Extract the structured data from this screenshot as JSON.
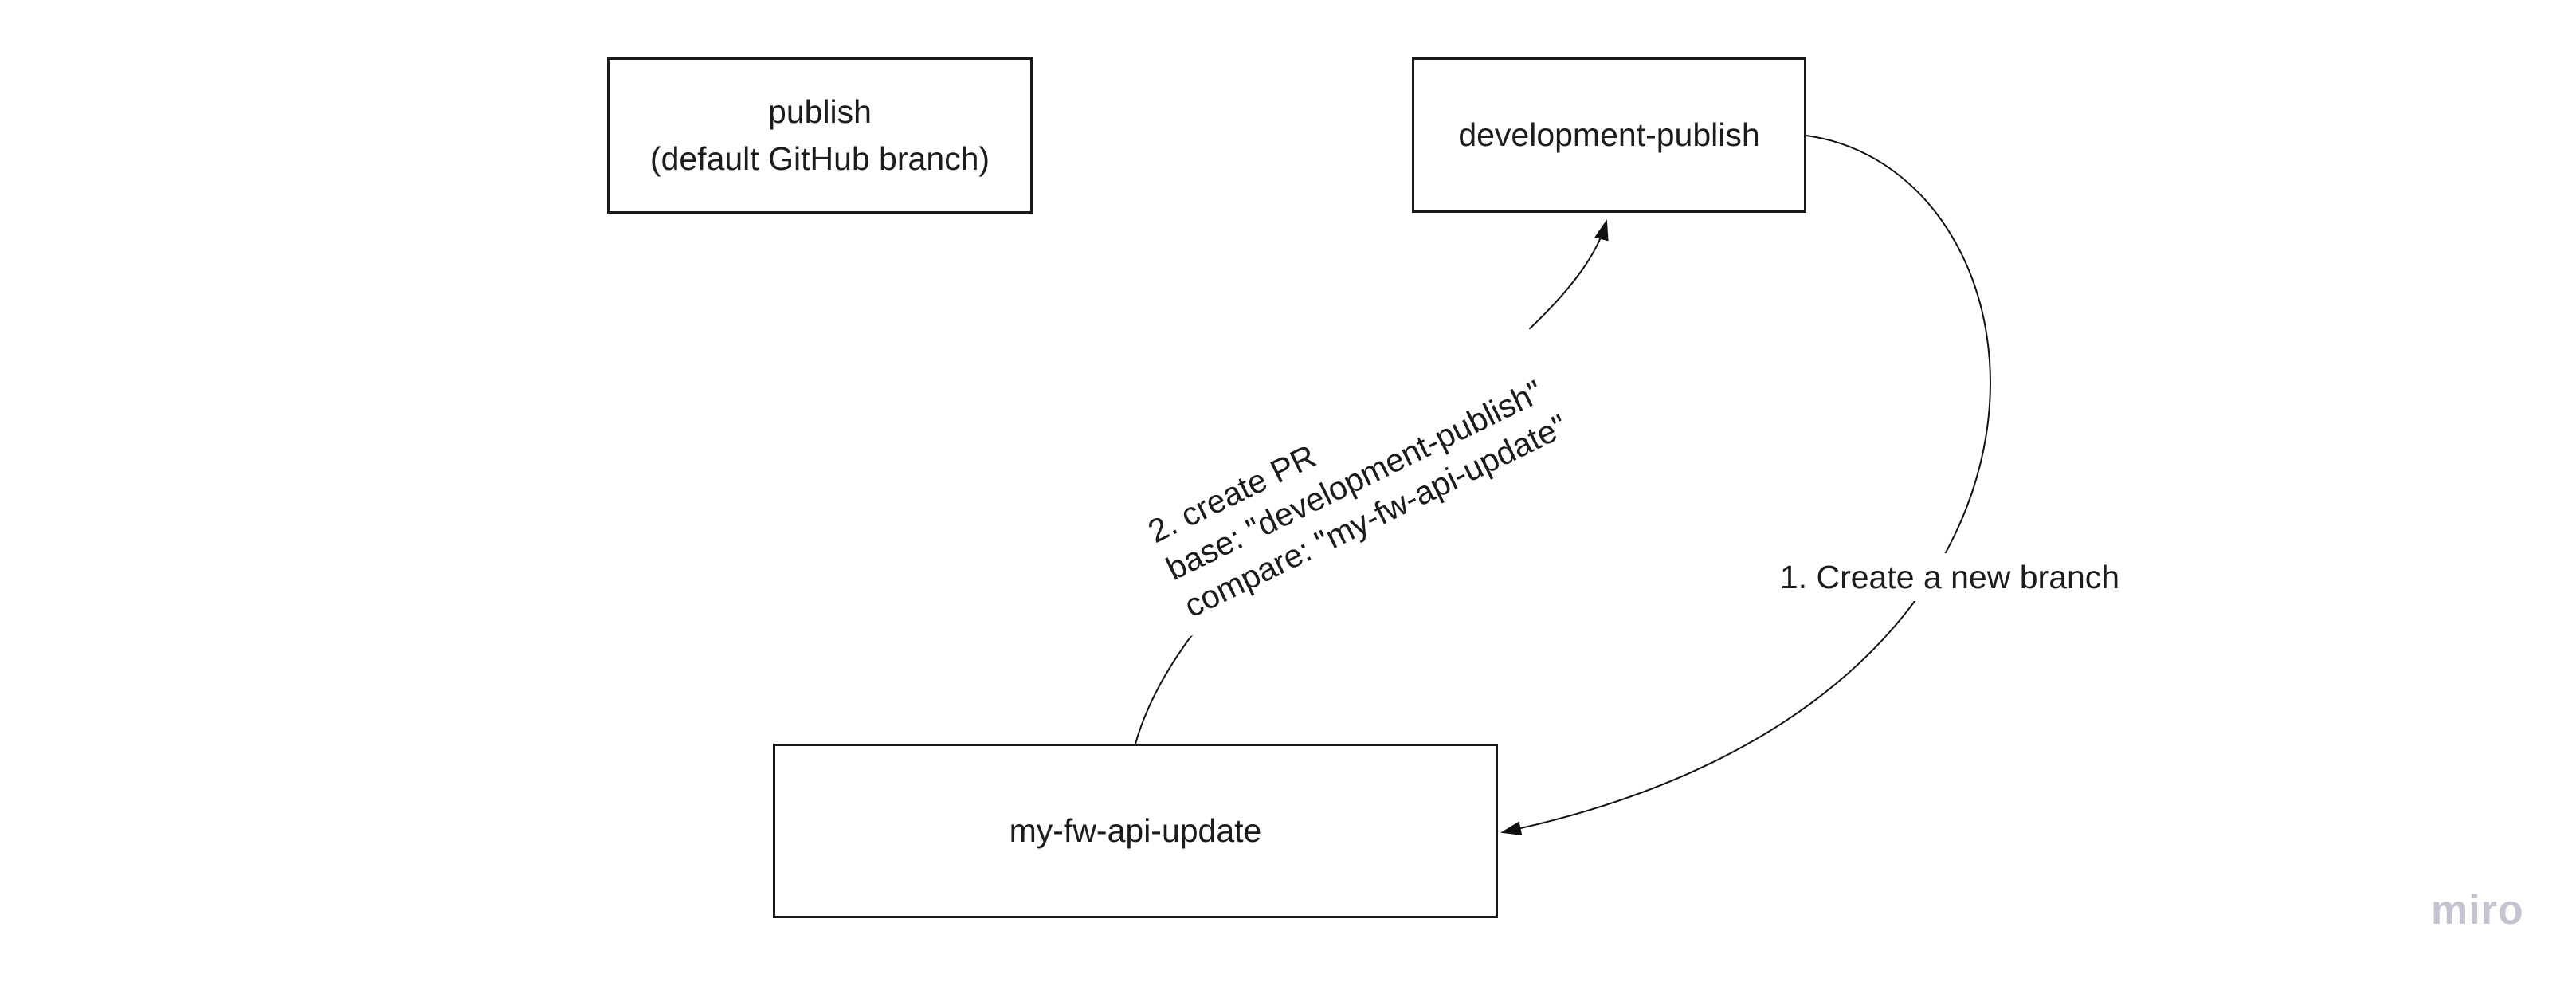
{
  "board": {
    "background_color": "#ffffff",
    "shape_border_color": "#1a1a1a",
    "connector_color": "#111111",
    "watermark": {
      "text": "miro",
      "color": "#c5c3d2"
    }
  },
  "nodes": {
    "publish": {
      "lines": [
        "publish",
        "(default GitHub branch)"
      ]
    },
    "development_publish": {
      "label": "development-publish"
    },
    "my_fw_api_update": {
      "label": "my-fw-api-update"
    }
  },
  "connectors": {
    "create_branch": {
      "label": "1. Create a new branch",
      "from": "development-publish",
      "to": "my-fw-api-update"
    },
    "create_pr": {
      "lines": [
        "2. create PR",
        "base: \"development-publish\"",
        "compare: \"my-fw-api-update\""
      ],
      "from": "my-fw-api-update",
      "to": "development-publish"
    }
  }
}
